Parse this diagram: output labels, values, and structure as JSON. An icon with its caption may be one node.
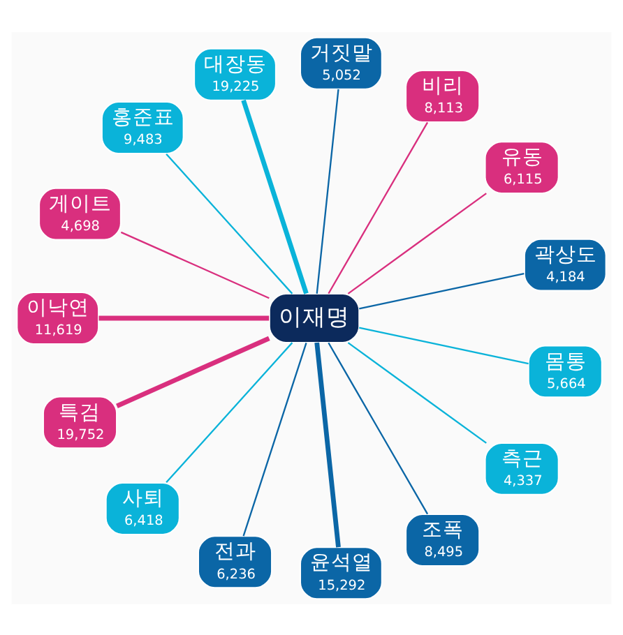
{
  "diagram": {
    "nodes": [
      {
        "text": [
          "이재명"
        ]
      },
      {
        "text": [
          "곽상도",
          "4,184"
        ]
      },
      {
        "text": [
          "유동",
          "6,115"
        ]
      },
      {
        "text": [
          "비리",
          "8,113"
        ]
      },
      {
        "text": [
          "거짓말",
          "5,052"
        ]
      },
      {
        "text": [
          "대장동",
          "19,225"
        ]
      },
      {
        "text": [
          "홍준표",
          "9,483"
        ]
      },
      {
        "text": [
          "게이트",
          "4,698"
        ]
      },
      {
        "text": [
          "이낙연",
          "11,619"
        ]
      },
      {
        "text": [
          "특검",
          "19,752"
        ]
      },
      {
        "text": [
          "사퇴",
          "6,418"
        ]
      },
      {
        "text": [
          "전과",
          "6,236"
        ]
      },
      {
        "text": [
          "윤석열",
          "15,292"
        ]
      },
      {
        "text": [
          "조폭",
          "8,495"
        ]
      },
      {
        "text": [
          "측근",
          "4,337"
        ]
      },
      {
        "text": [
          "몸통",
          "5,664"
        ]
      }
    ],
    "edges": [
      {
        "from": 0,
        "to": 1,
        "arrow": "none",
        "color": "#0b66a6"
      },
      {
        "from": 0,
        "to": 2,
        "arrow": "none",
        "color": "#d92f7e"
      },
      {
        "from": 0,
        "to": 3,
        "arrow": "none",
        "color": "#d92f7e"
      },
      {
        "from": 0,
        "to": 4,
        "arrow": "none",
        "color": "#0b66a6"
      },
      {
        "from": 0,
        "to": 5,
        "arrow": "none",
        "style": "thick",
        "color": "#0ab3d9"
      },
      {
        "from": 0,
        "to": 6,
        "arrow": "none",
        "color": "#0ab3d9"
      },
      {
        "from": 0,
        "to": 7,
        "arrow": "none",
        "color": "#d92f7e"
      },
      {
        "from": 0,
        "to": 8,
        "arrow": "none",
        "style": "thick",
        "color": "#d92f7e"
      },
      {
        "from": 0,
        "to": 9,
        "arrow": "none",
        "style": "thick",
        "color": "#d92f7e"
      },
      {
        "from": 0,
        "to": 10,
        "arrow": "none",
        "color": "#0ab3d9"
      },
      {
        "from": 0,
        "to": 11,
        "arrow": "none",
        "color": "#0b66a6"
      },
      {
        "from": 0,
        "to": 12,
        "arrow": "none",
        "style": "thick",
        "color": "#0b66a6"
      },
      {
        "from": 0,
        "to": 13,
        "arrow": "none",
        "color": "#0b66a6"
      },
      {
        "from": 0,
        "to": 14,
        "arrow": "none",
        "color": "#0ab3d9"
      },
      {
        "from": 0,
        "to": 15,
        "arrow": "none",
        "color": "#0ab3d9"
      }
    ]
  }
}
